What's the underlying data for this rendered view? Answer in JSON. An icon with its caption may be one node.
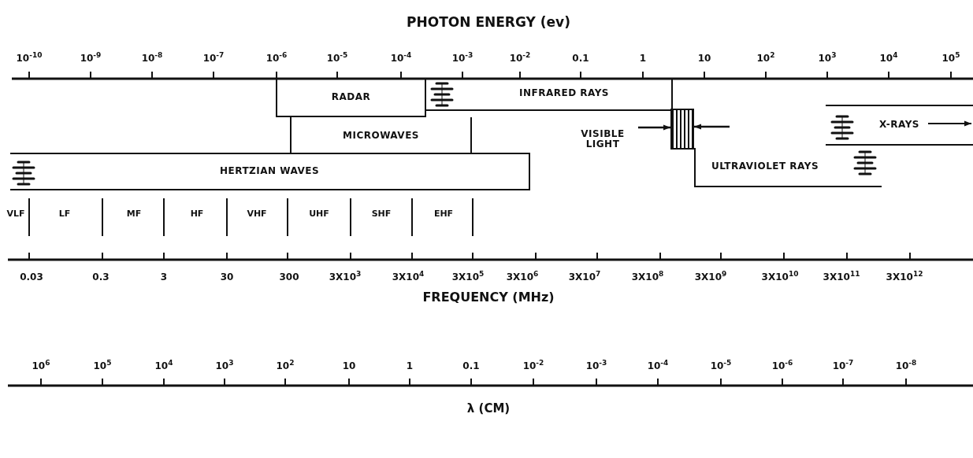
{
  "diagram": {
    "nodes": [
      {
        "text": [
          "RADAR"
        ]
      },
      {
        "text": [
          "INFRARED RAYS"
        ]
      },
      {
        "text": [
          "MICROWAVES"
        ]
      },
      {
        "text": [
          "VISIBLE LIGHT"
        ]
      },
      {
        "text": [],
        "shape": "bar"
      },
      {
        "text": [
          "X-RAYS"
        ]
      },
      {
        "text": [
          "HERTZIAN WAVES"
        ]
      },
      {
        "text": [
          "ULTRAVIOLET RAYS"
        ]
      }
    ],
    "edges": [
      {
        "from": 3,
        "to": 4,
        "arrow": "to"
      },
      {
        "from": null,
        "to": 4,
        "arrow": "to"
      }
    ],
    "labels": [
      "PHOTON ENERGY (ev)",
      "10$^{-10}$",
      "10$^{-9}$",
      "10$^{-8}$",
      "10$^{-7}$",
      "10$^{-6}$",
      "10$^{-5}$",
      "10$^{-4}$",
      "10$^{-3}$",
      "10$^{-2}$",
      "0.1",
      "1",
      "10",
      "10$^{2}$",
      "10$^{3}$",
      "10$^{4}$",
      "10$^{5}$",
      "VLF",
      "LF",
      "MF",
      "HF",
      "VHF",
      "UHF",
      "SHF",
      "EHF",
      "0.03",
      "0.3",
      "3",
      "30",
      "300",
      "3X10$^{3}$",
      "3X10$^{4}$",
      "3X10$^{5}$",
      "3X10$^{6}$",
      "3X10$^{7}$",
      "3X10$^{8}$",
      "3X10$^{9}$",
      "3X10$^{10}$",
      "3X10$^{11}$",
      "3X10$^{12}$",
      "FREQUENCY (MHz)",
      "10$^{6}$",
      "10$^{5}$",
      "10$^{4}$",
      "10$^{3}$",
      "10$^{2}$",
      "10",
      "1",
      "0.1",
      "10$^{-2}$",
      "10$^{-3}$",
      "10$^{-4}$",
      "10$^{-5}$",
      "10$^{-6}$",
      "10$^{-7}$",
      "10$^{-8}$",
      "λ (CM)"
    ]
  }
}
